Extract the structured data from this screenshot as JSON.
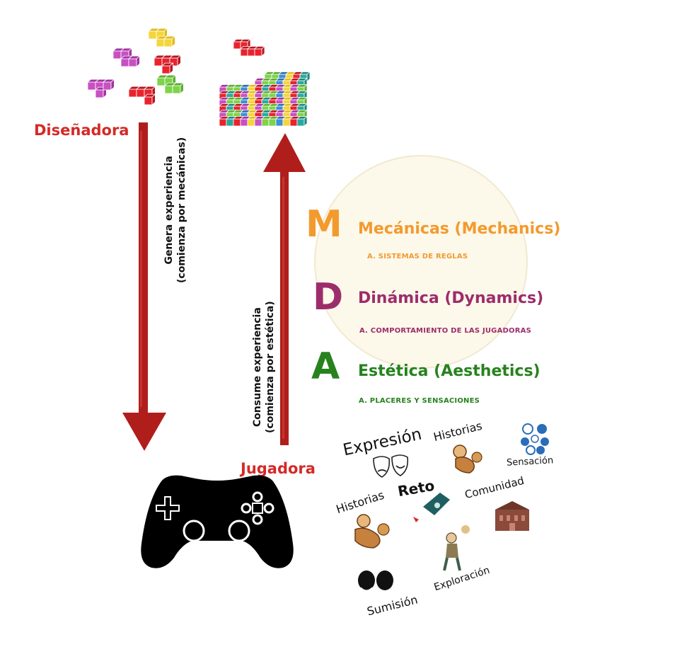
{
  "roles": {
    "designer": "Diseñadora",
    "player": "Jugadora"
  },
  "arrows": {
    "designer_flow": [
      "Genera experiencia",
      "(comienza por mecánicas)"
    ],
    "player_flow": [
      "Consume  experiencia",
      "(comienza por estética)"
    ]
  },
  "mda": [
    {
      "letter": "M",
      "title": "Mecánicas (Mechanics)",
      "sub": "A.  SISTEMAS DE REGLAS",
      "color": "#f39a2e"
    },
    {
      "letter": "D",
      "title": "Dinámica (Dynamics)",
      "sub": "A.  COMPORTAMIENTO DE LAS JUGADORAS",
      "color": "#9c2d6b"
    },
    {
      "letter": "A",
      "title": "Estética (Aesthetics)",
      "sub": "A.  PLACERES Y SENSACIONES",
      "color": "#27821e"
    }
  ],
  "aesthetics": {
    "expresion": "Expresión",
    "historias_top": "Historias",
    "sensacion": "Sensación",
    "reto": "Reto",
    "historias_left": "Historias",
    "comunidad": "Comunidad",
    "sumision": "Sumisión",
    "exploracion": "Exploración"
  },
  "colors": {
    "arrow": "#b01e1c",
    "accent_red": "#d42a27"
  }
}
